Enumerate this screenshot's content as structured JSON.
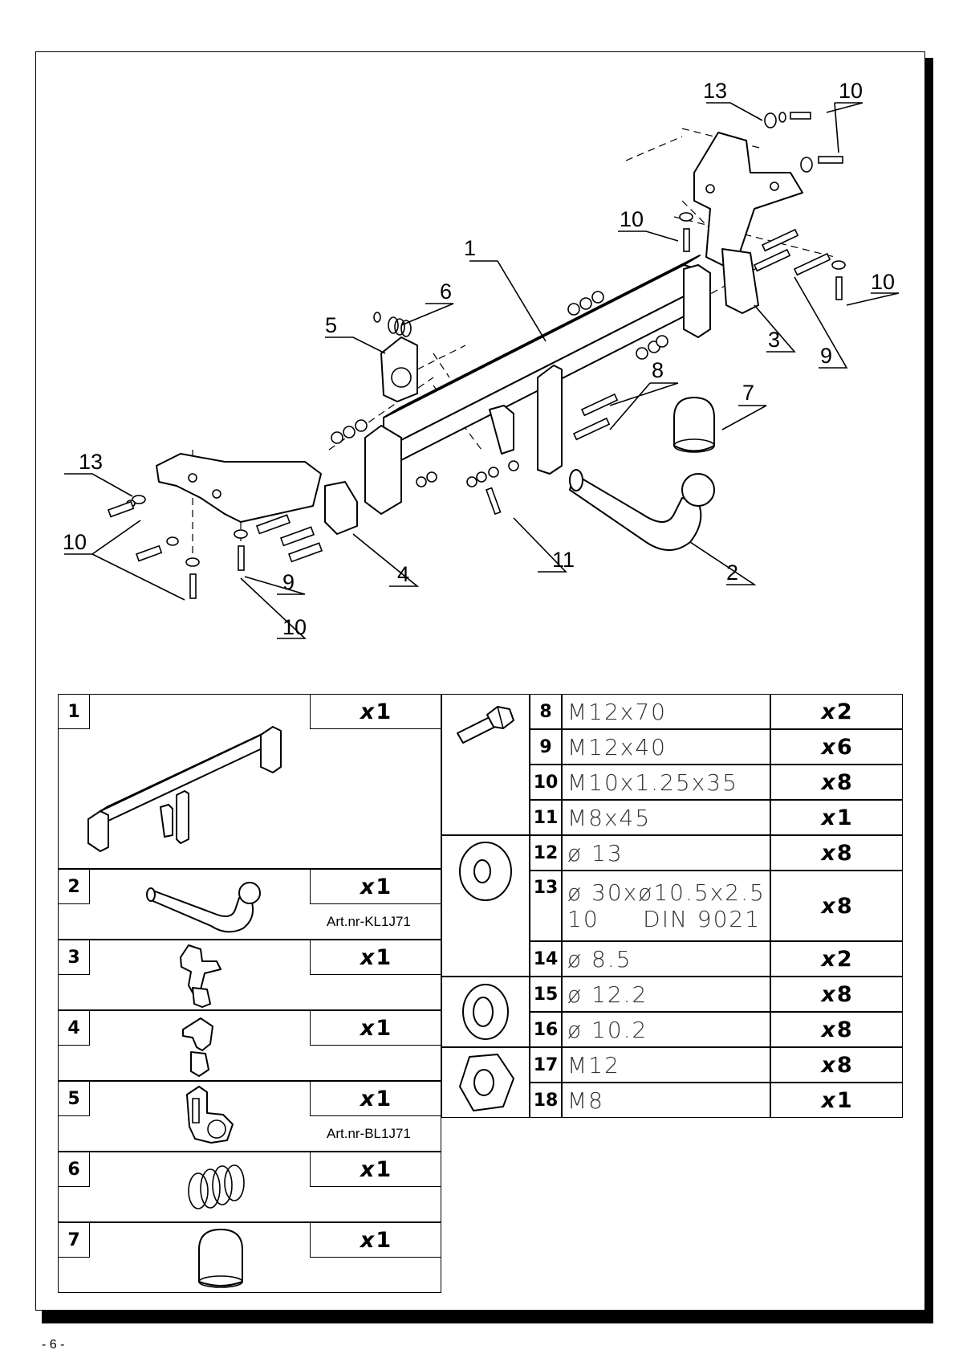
{
  "diagram": {
    "callouts": [
      "1",
      "2",
      "3",
      "4",
      "5",
      "6",
      "7",
      "8",
      "9",
      "9",
      "10",
      "10",
      "10",
      "10",
      "11",
      "13",
      "13"
    ]
  },
  "parts_left": [
    {
      "num": "1",
      "qty": "1",
      "art": ""
    },
    {
      "num": "2",
      "qty": "1",
      "art": "Art.nr-KL1J71"
    },
    {
      "num": "3",
      "qty": "1",
      "art": ""
    },
    {
      "num": "4",
      "qty": "1",
      "art": ""
    },
    {
      "num": "5",
      "qty": "1",
      "art": "Art.nr-BL1J71"
    },
    {
      "num": "6",
      "qty": "1",
      "art": ""
    },
    {
      "num": "7",
      "qty": "1",
      "art": ""
    }
  ],
  "parts_right": [
    {
      "num": "8",
      "spec": "M12x70",
      "qty": "2"
    },
    {
      "num": "9",
      "spec": "M12x40",
      "qty": "6"
    },
    {
      "num": "10",
      "spec": "M10x1.25x35",
      "qty": "8"
    },
    {
      "num": "11",
      "spec": "M8x45",
      "qty": "1"
    },
    {
      "num": "12",
      "spec": "ø 13",
      "qty": "8"
    },
    {
      "num": "13",
      "spec": "ø 30xø10.5x2.5",
      "spec2": "10     DIN 9021",
      "qty": "8"
    },
    {
      "num": "14",
      "spec": "ø 8.5",
      "qty": "2"
    },
    {
      "num": "15",
      "spec": "ø 12.2",
      "qty": "8"
    },
    {
      "num": "16",
      "spec": "ø 10.2",
      "qty": "8"
    },
    {
      "num": "17",
      "spec": "M12",
      "qty": "8"
    },
    {
      "num": "18",
      "spec": "M8",
      "qty": "1"
    }
  ],
  "qty_prefix": "x",
  "page_number": "- 6 -"
}
